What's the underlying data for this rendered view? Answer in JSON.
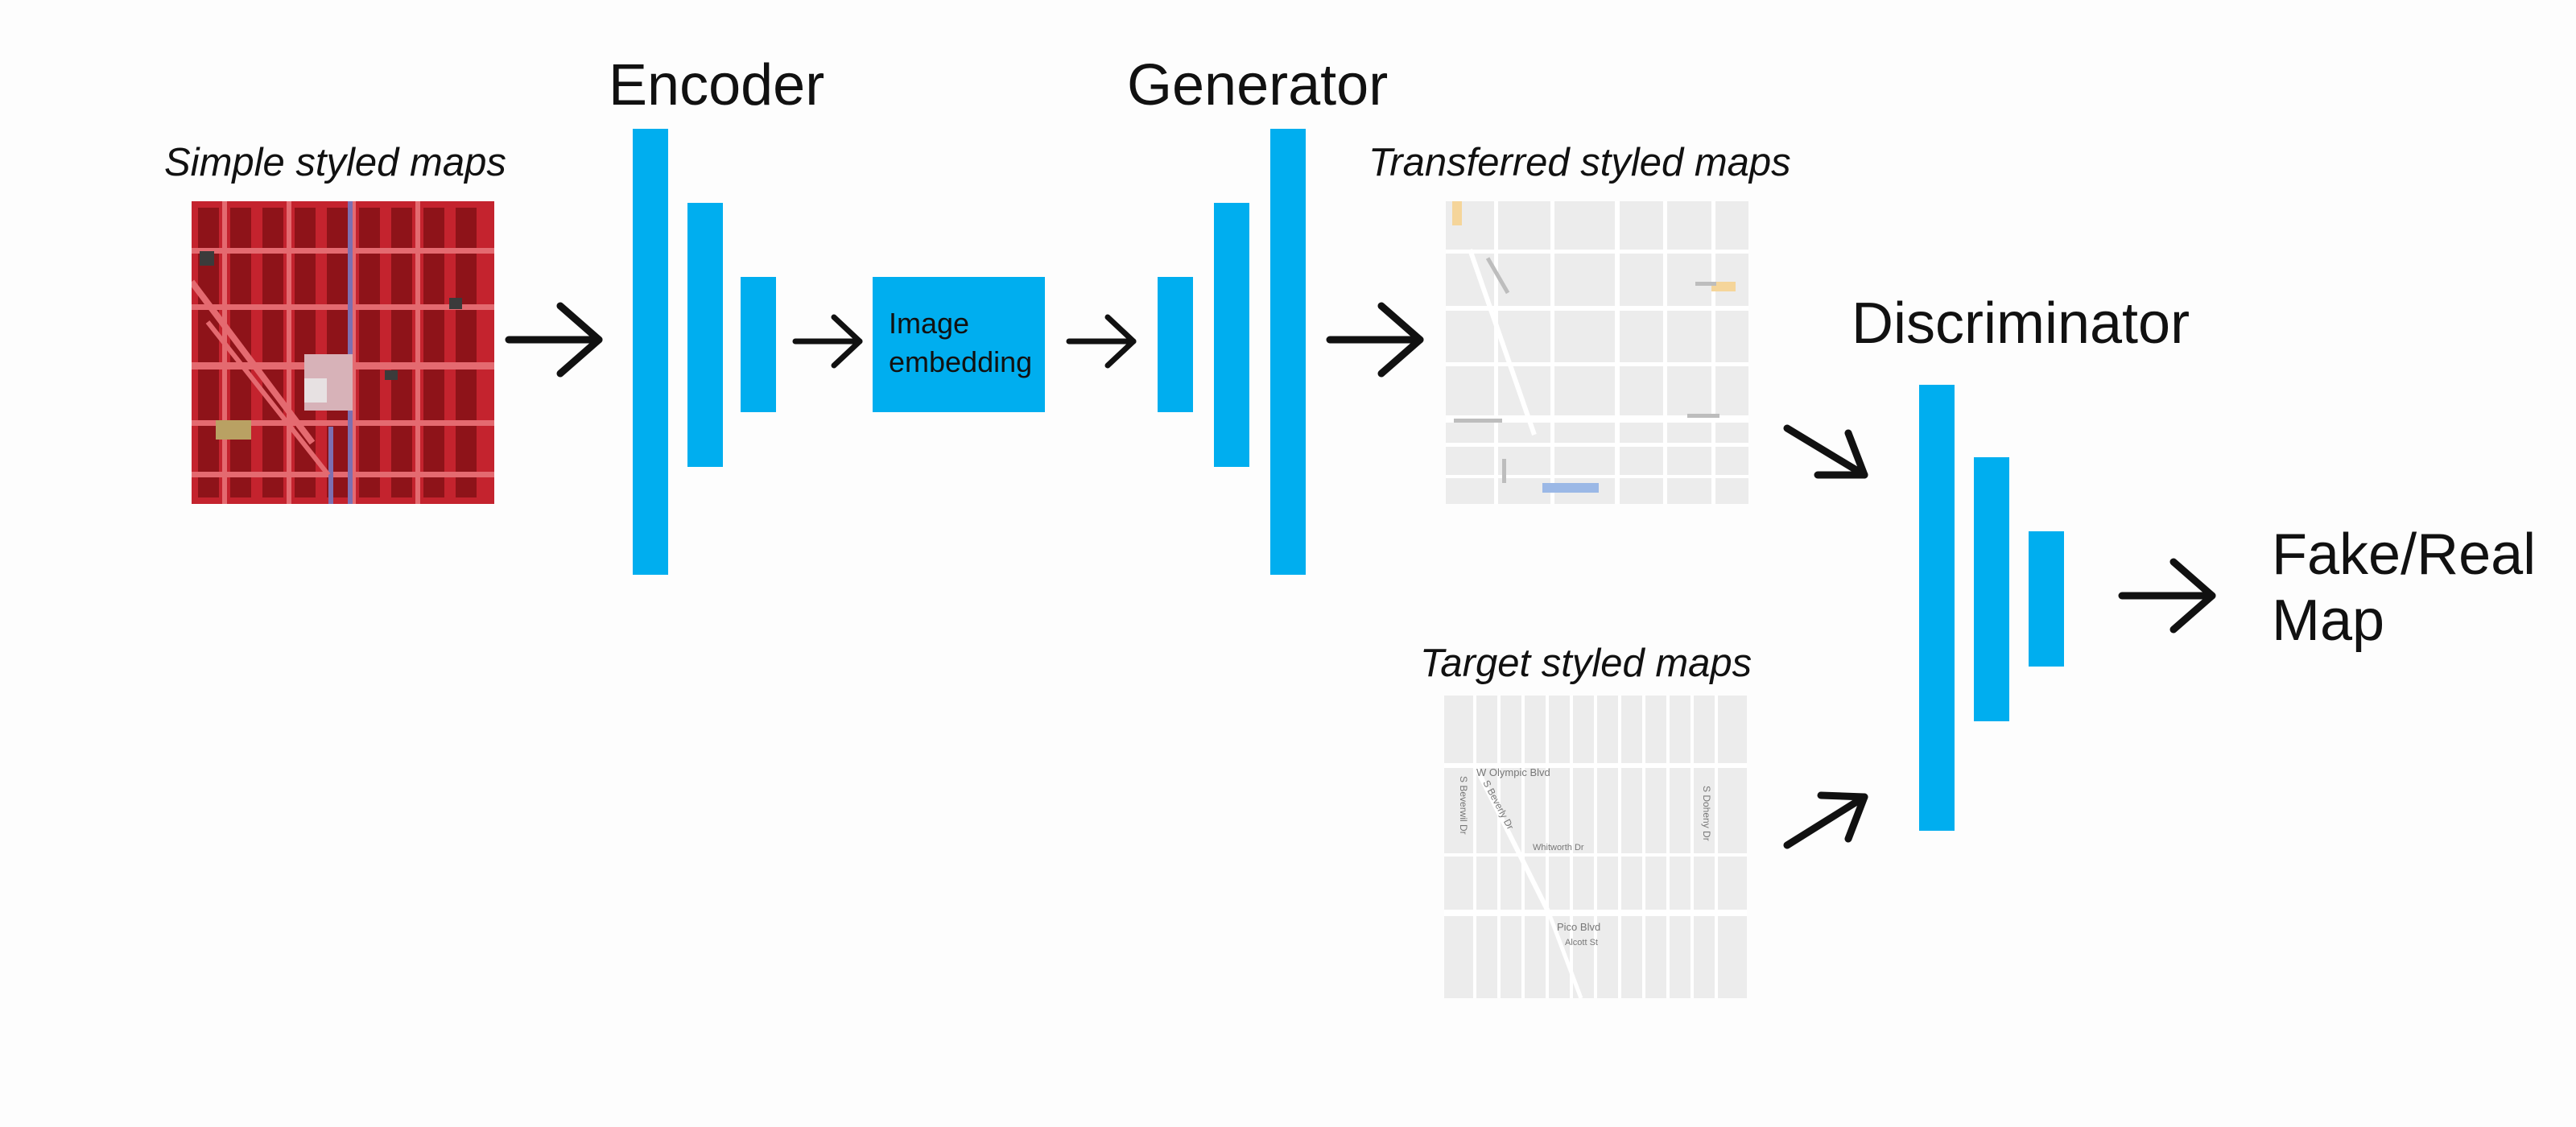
{
  "titles": {
    "encoder": "Encoder",
    "generator": "Generator",
    "discriminator": "Discriminator"
  },
  "captions": {
    "simple_maps": "Simple styled maps",
    "transferred_maps": "Transferred styled maps",
    "target_maps": "Target styled maps"
  },
  "embedding": {
    "line1": "Image",
    "line2": "embedding"
  },
  "output": {
    "line1": "Fake/Real",
    "line2": "Map"
  },
  "target_map_labels": {
    "street_olympic": "W Olympic Blvd",
    "street_pico": "Pico Blvd",
    "street_whitworth": "Whitworth Dr",
    "street_alcott": "Alcott St",
    "street_beverwil": "S Beverwil Dr",
    "street_beverly": "S Beverly Dr",
    "street_doheny": "S Doheny Dr"
  },
  "colors": {
    "bar": "#00aeef",
    "arrow": "#111111",
    "simple_map_base": "#c4232e",
    "map_light": "#eeeeee"
  }
}
